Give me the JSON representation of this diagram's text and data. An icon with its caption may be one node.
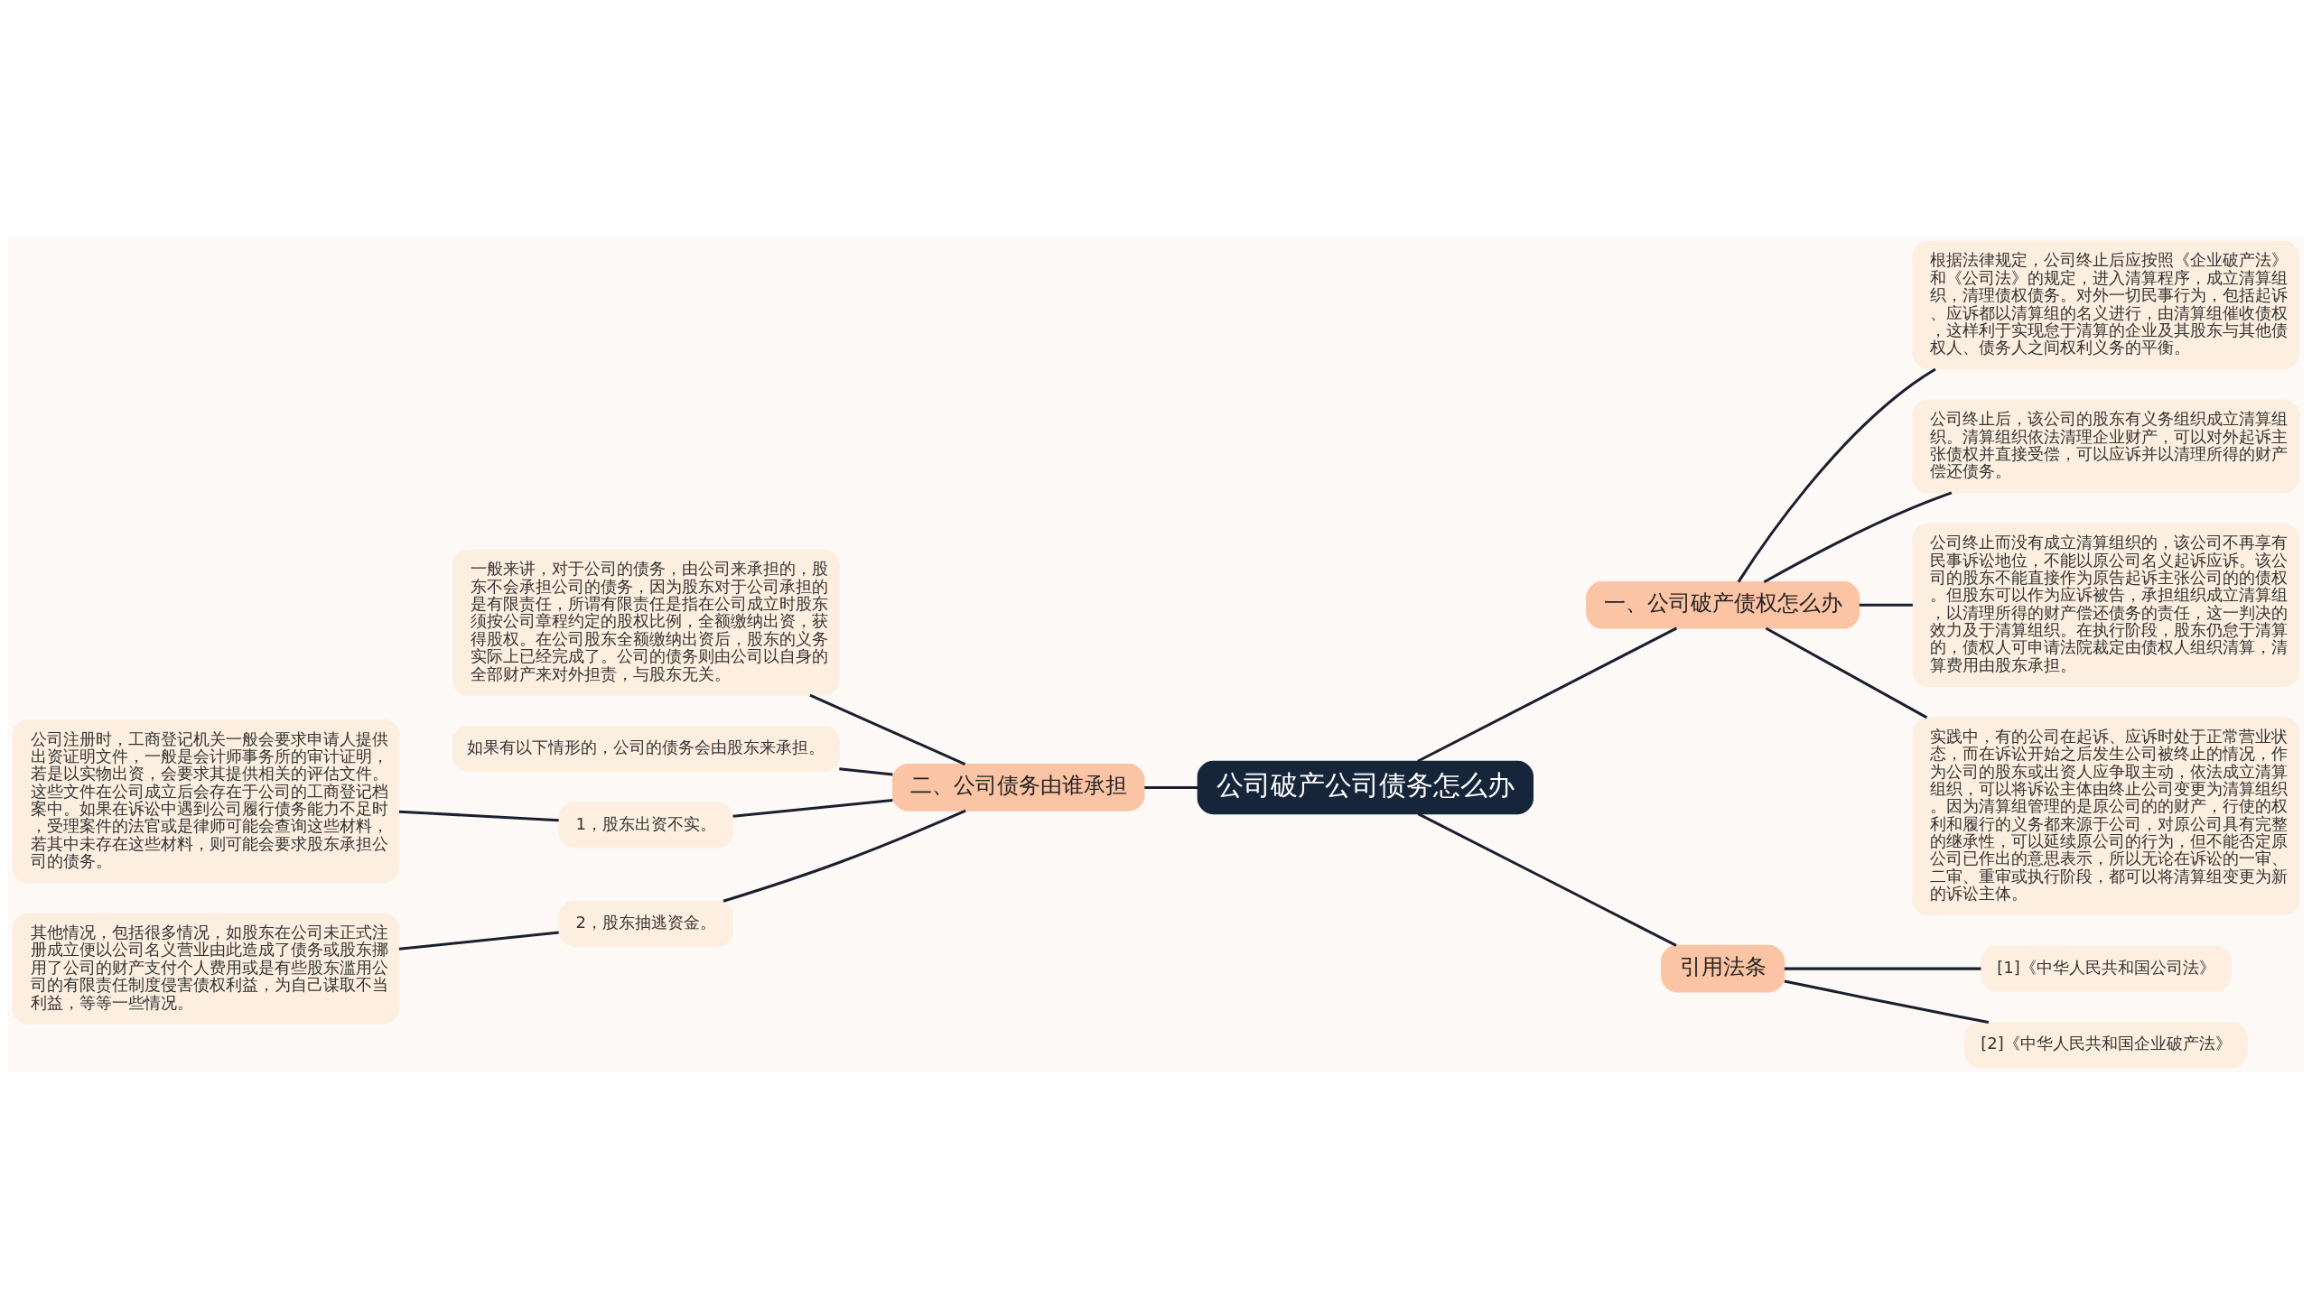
{
  "diagram": {
    "nodes": [
      {
        "text": [
          "公司破产公司债务怎么办"
        ]
      },
      {
        "text": [
          "一、公司破产债权怎么办"
        ]
      },
      {
        "text": [
          "根据法律规定，公司终止后应按照《企业破产法》和《公司法》的规定，进入清算程序，成立清算组织，清理债权债务。对外一切民事行为，包括起诉、应诉都以清算组的名义进行，由清算组催收债权，这样利于实现怠于清算的企业及其股东与其他债权人、债务人之间权利义务的平衡。"
        ]
      },
      {
        "text": [
          "公司终止后，该公司的股东有义务组织成立清算组织。清算组织依法清理企业财产，可以对外起诉主张债权并直接受偿，可以应诉并以清理所得的财产偿还债务。"
        ]
      },
      {
        "text": [
          "公司终止而没有成立清算组织的，该公司不再享有民事诉讼地位，不能以原公司名义起诉应诉。该公司的股东不能直接作为原告起诉主张公司的的债权。但股东可以作为应诉被告，承担组织成立清算组，以清理所得的财产偿还债务的责任，这一判决的效力及于清算组织。在执行阶段，股东仍怠于清算的，债权人可申请法院裁定由债权人组织清算，清算费用由股东承担。"
        ]
      },
      {
        "text": [
          "实践中，有的公司在起诉、应诉时处于正常营业状态，而在诉讼开始之后发生公司被终止的情况，作为公司的股东或出资人应争取主动，依法成立清算组织，可以将诉讼主体由终止公司变更为清算组织。因为清算组管理的是原公司的的财产，行使的权利和履行的义务都来源于公司，对原公司具有完整的继承性，可以延续原公司的行为，但不能否定原公司已作出的意思表示，所以无论在诉讼的一审、二审、重审或执行阶段，都可以将清算组变更为新的诉讼主体。"
        ]
      },
      {
        "text": [
          "引用法条"
        ]
      },
      {
        "text": [
          "[1]《中华人民共和国公司法》"
        ]
      },
      {
        "text": [
          "[2]《中华人民共和国企业破产法》"
        ]
      },
      {
        "text": [
          "二、公司债务由谁承担"
        ]
      },
      {
        "text": [
          "一般来讲，对于公司的债务，由公司来承担的，股东不会承担公司的债务，因为股东对于公司承担的是有限责任，所谓有限责任是指在公司成立时股东须按公司章程约定的股权比例，全额缴纳出资，获得股权。在公司股东全额缴纳出资后，股东的义务实际上已经完成了。公司的债务则由公司以自身的全部财产来对外担责，与股东无关。"
        ]
      },
      {
        "text": [
          "如果有以下情形的，公司的债务会由股东来承担。"
        ]
      },
      {
        "text": [
          "1，股东出资不实。"
        ]
      },
      {
        "text": [
          "公司注册时，工商登记机关一般会要求申请人提供出资证明文件，一般是会计师事务所的审计证明，若是以实物出资，会要求其提供相关的评估文件。这些文件在公司成立后会存在于公司的工商登记档案中。如果在诉讼中遇到公司履行债务能力不足时，受理案件的法官或是律师可能会查询这些材料，若其中未存在这些材料，则可能会要求股东承担公司的债务。"
        ]
      },
      {
        "text": [
          "2，股东抽逃资金。"
        ]
      },
      {
        "text": [
          "其他情况，包括很多情况，如股东在公司未正式注册成立便以公司名义营业由此造成了债务或股东挪用了公司的财产支付个人费用或是有些股东滥用公司的有限责任制度侵害债权利益，为自己谋取不当利益，等等一些情况。"
        ]
      }
    ],
    "edges": [
      {
        "from": 0,
        "to": 1,
        "arrow": "none"
      },
      {
        "from": 1,
        "to": 2,
        "arrow": "none"
      },
      {
        "from": 1,
        "to": 3,
        "arrow": "none"
      },
      {
        "from": 1,
        "to": 4,
        "arrow": "none"
      },
      {
        "from": 1,
        "to": 5,
        "arrow": "none"
      },
      {
        "from": 0,
        "to": 6,
        "arrow": "none"
      },
      {
        "from": 6,
        "to": 7,
        "arrow": "none"
      },
      {
        "from": 6,
        "to": 8,
        "arrow": "none"
      },
      {
        "from": 0,
        "to": 9,
        "arrow": "none"
      },
      {
        "from": 9,
        "to": 10,
        "arrow": "none"
      },
      {
        "from": 9,
        "to": 11,
        "arrow": "none"
      },
      {
        "from": 9,
        "to": 12,
        "arrow": "none"
      },
      {
        "from": 12,
        "to": 13,
        "arrow": "none"
      },
      {
        "from": 9,
        "to": 14,
        "arrow": "none"
      },
      {
        "from": 14,
        "to": 15,
        "arrow": "none"
      }
    ]
  }
}
